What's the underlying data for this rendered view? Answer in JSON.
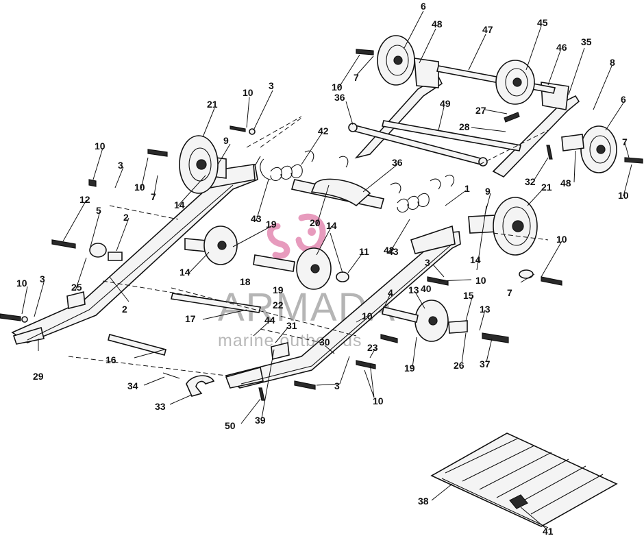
{
  "watermark": {
    "brand": "ARMADA",
    "tagline": "marine outboards",
    "logo": "armada-pink-logo"
  },
  "callouts": [
    "6",
    "48",
    "47",
    "45",
    "46",
    "35",
    "8",
    "10",
    "7",
    "36",
    "49",
    "27",
    "28",
    "6",
    "7",
    "48",
    "32",
    "10",
    "21",
    "10",
    "3",
    "42",
    "36",
    "9",
    "10",
    "3",
    "9",
    "43",
    "20",
    "14",
    "1",
    "21",
    "12",
    "5",
    "2",
    "10",
    "7",
    "14",
    "19",
    "43",
    "42",
    "14",
    "10",
    "14",
    "19",
    "11",
    "3",
    "10",
    "18",
    "7",
    "25",
    "10",
    "3",
    "2",
    "22",
    "4",
    "40",
    "13",
    "15",
    "13",
    "17",
    "44",
    "10",
    "31",
    "29",
    "16",
    "30",
    "23",
    "19",
    "26",
    "37",
    "34",
    "3",
    "33",
    "10",
    "50",
    "39",
    "38",
    "41"
  ]
}
